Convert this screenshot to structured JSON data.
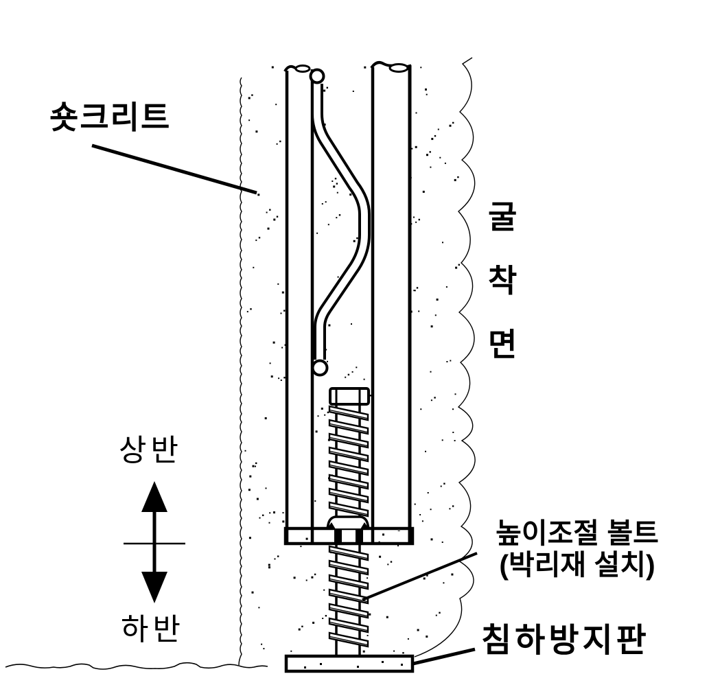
{
  "background_color": "#ffffff",
  "line_color": "#000000",
  "labels": {
    "shotcrete": "숏크리트",
    "excavation_face": "굴착면",
    "excavation_face_chars": [
      "굴",
      "착",
      "면"
    ],
    "upper_half": "상반",
    "lower_half": "하반",
    "height_adjust_bolt_line1": "높이조절 볼트",
    "height_adjust_bolt_line2": "(박리재 설치)",
    "settlement_prevention_plate": "침하방지판"
  }
}
